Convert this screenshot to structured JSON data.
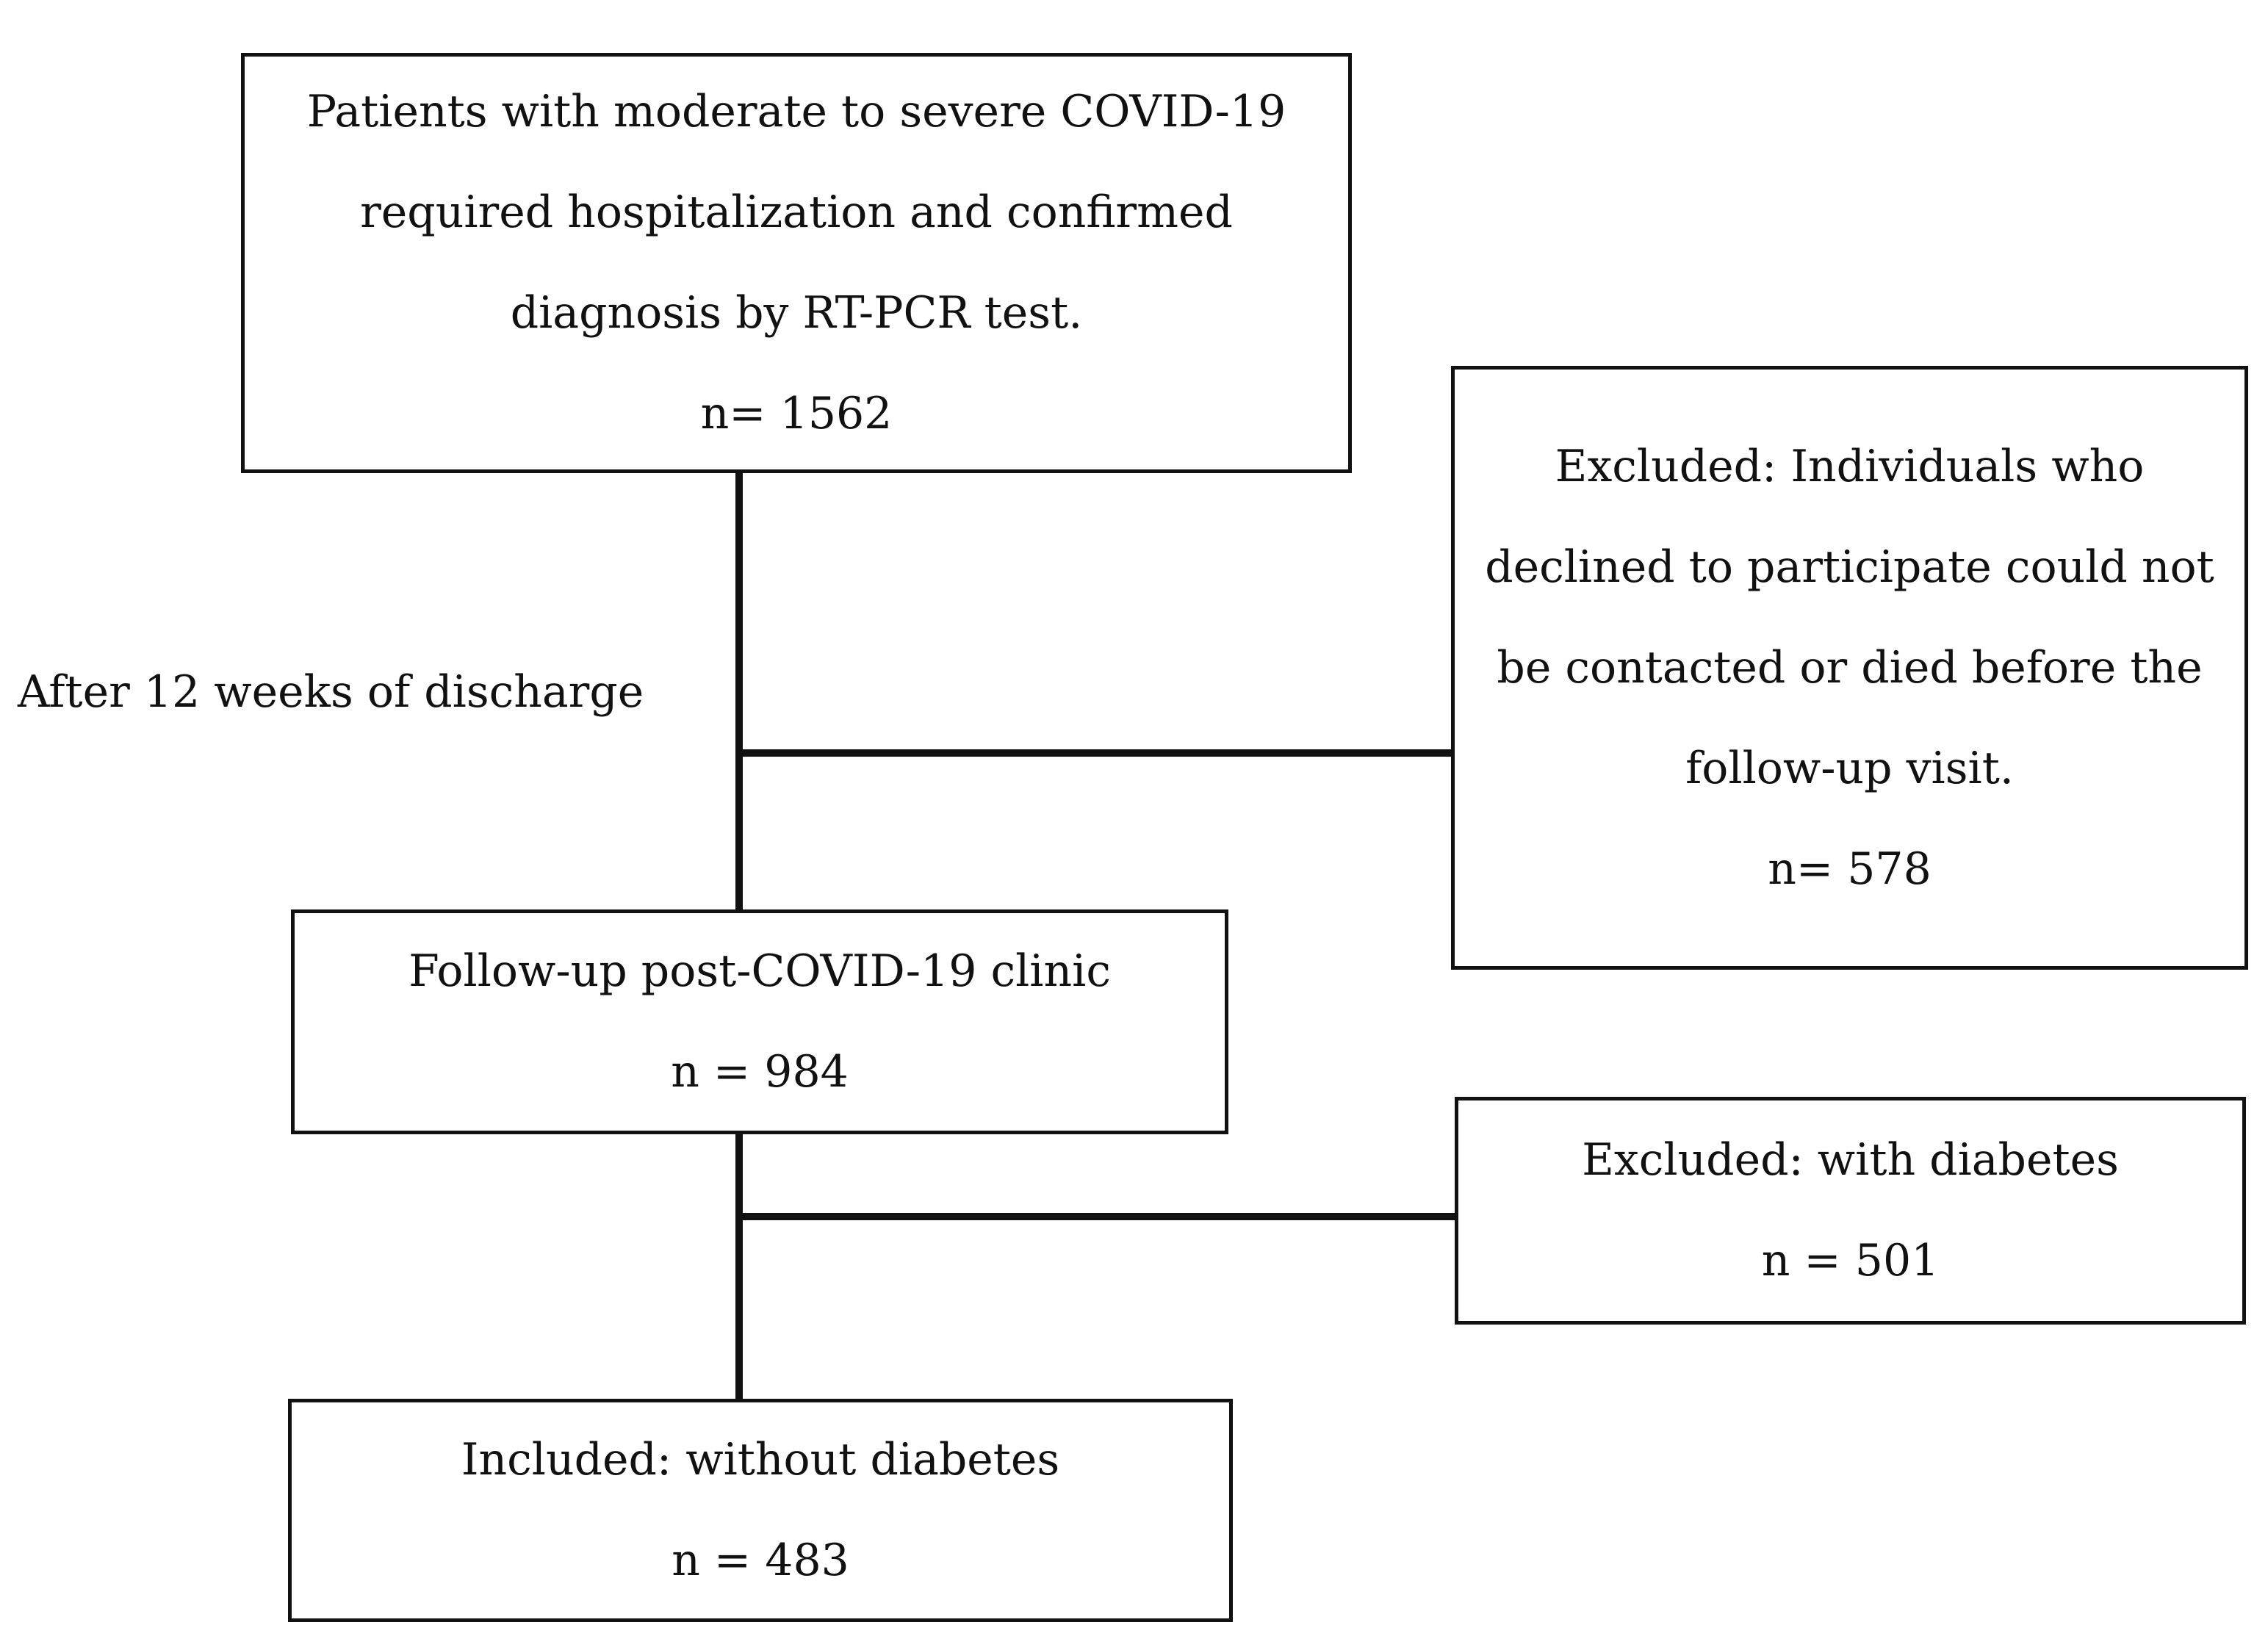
{
  "step_label": "After 12 weeks of discharge",
  "boxes": {
    "start": {
      "lines": [
        "Patients with moderate to severe COVID-19",
        "required hospitalization and confirmed",
        "diagnosis by RT-PCR test."
      ],
      "count": "n= 1562"
    },
    "excluded_first": {
      "lines": [
        "Excluded: Individuals who",
        "declined to participate could not",
        "be contacted or died before the",
        "follow-up visit."
      ],
      "count": "n= 578"
    },
    "followup": {
      "lines": [
        "Follow-up post-COVID-19 clinic"
      ],
      "count": "n = 984"
    },
    "excluded_second": {
      "lines": [
        "Excluded: with diabetes"
      ],
      "count": "n = 501"
    },
    "included": {
      "lines": [
        "Included: without diabetes"
      ],
      "count": "n = 483"
    }
  }
}
